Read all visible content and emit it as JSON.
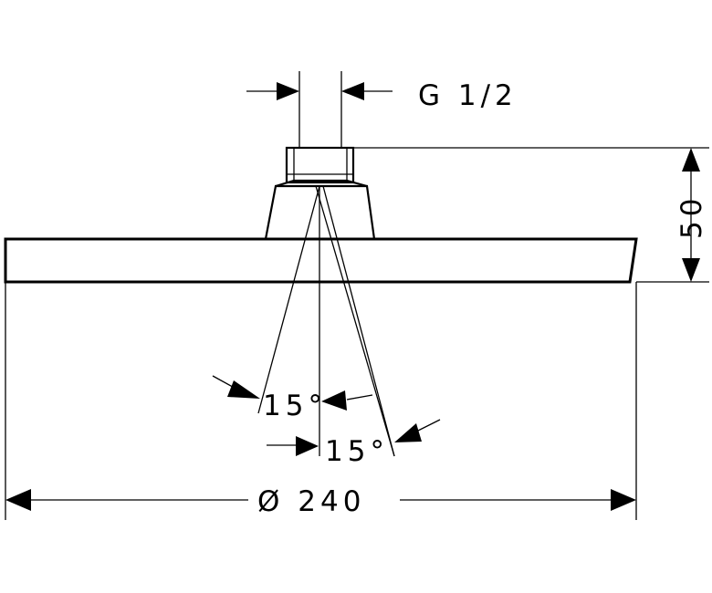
{
  "dimensions": {
    "thread": "G 1/2",
    "height": "50",
    "diameter": "Ø 240",
    "angle_left": "15°",
    "angle_right": "15°"
  },
  "colors": {
    "line": "#000000",
    "background": "#ffffff"
  }
}
